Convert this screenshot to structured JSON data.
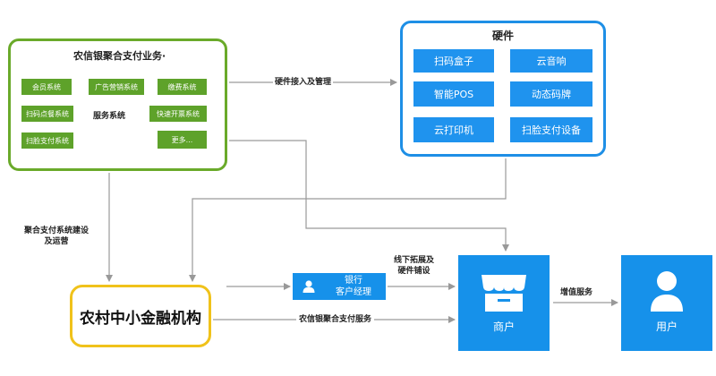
{
  "business": {
    "title": "农信银聚合支付业务·",
    "center_label": "服务系统",
    "systems": [
      "会员系统",
      "广告营销系统",
      "缴费系统",
      "扫码点餐系统",
      "快速开票系统",
      "扫脸支付系统",
      "更多..."
    ]
  },
  "hardware": {
    "title": "硬件",
    "items": [
      "扫码盒子",
      "云音响",
      "智能POS",
      "动态码牌",
      "云打印机",
      "扫脸支付设备"
    ]
  },
  "institution": {
    "label": "农村中小金融机构"
  },
  "manager": {
    "line1": "银行",
    "line2": "客户经理"
  },
  "merchant": {
    "label": "商户"
  },
  "user": {
    "label": "用户"
  },
  "edges": {
    "hardware_access": "硬件接入及管理",
    "build_ops_1": "聚合支付系统建设",
    "build_ops_2": "及运营",
    "offline_1": "线下拓展及",
    "offline_2": "硬件铺设",
    "service": "农信银聚合支付服务",
    "value_added": "增值服务"
  },
  "colors": {
    "green": "#5ea22a",
    "blue": "#1f93ee",
    "yellow": "#f0c21b",
    "tile": "#1691ea",
    "line": "#999999"
  }
}
